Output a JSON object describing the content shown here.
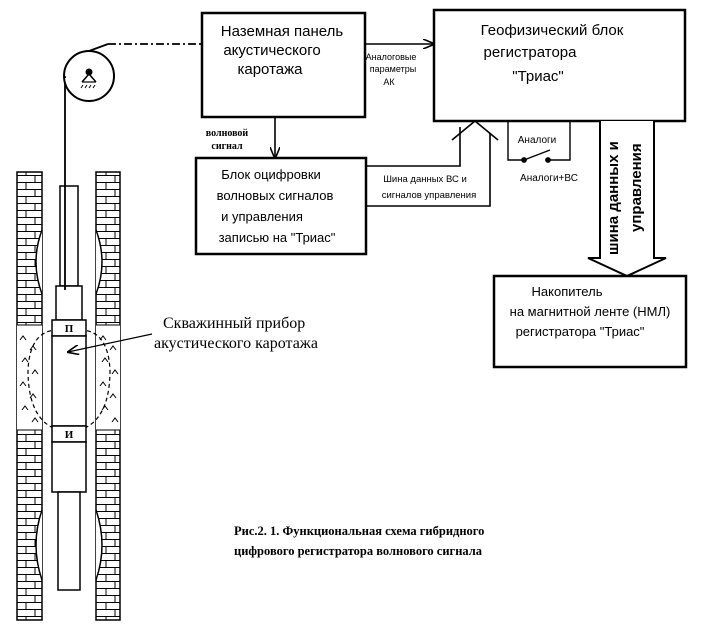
{
  "blocks": {
    "surface_panel": {
      "line1": "Наземная панель",
      "line2": "акустического",
      "line3": "каротажа"
    },
    "geophysical": {
      "line1": "Геофизический  блок",
      "line2": "регистратора",
      "line3": "\"Триас\""
    },
    "digitizer": {
      "line1": "Блок оцифровки",
      "line2": "волновых сигналов",
      "line3": "и управления",
      "line4": "записью на  \"Триас\""
    },
    "storage": {
      "line1": "Накопитель",
      "line2": "на магнитной  ленте (НМЛ)",
      "line3": "регистратора \"Триас\""
    }
  },
  "labels": {
    "analog_params": {
      "line1": "Аналоговые",
      "line2": "параметры",
      "line3": "АК"
    },
    "wave_signal": {
      "line1": "волновой",
      "line2": "сигнал"
    },
    "bus_vs": {
      "line1": "Шина данных ВС и",
      "line2": "сигналов управления"
    },
    "analogs": "Аналоги",
    "analogs_vs": "Аналоги+ВС",
    "vertical_bus": {
      "line1": "шина  данных  и",
      "line2": "управления"
    },
    "downhole_tool": {
      "line1": "Скважинный  прибор",
      "line2": "акустического каротажа"
    },
    "probe_p": "П",
    "probe_i": "И"
  },
  "caption": {
    "line1": "Рис.2. 1. Функциональная схема гибридного",
    "line2": "цифрового  регистратора волнового сигнала"
  }
}
